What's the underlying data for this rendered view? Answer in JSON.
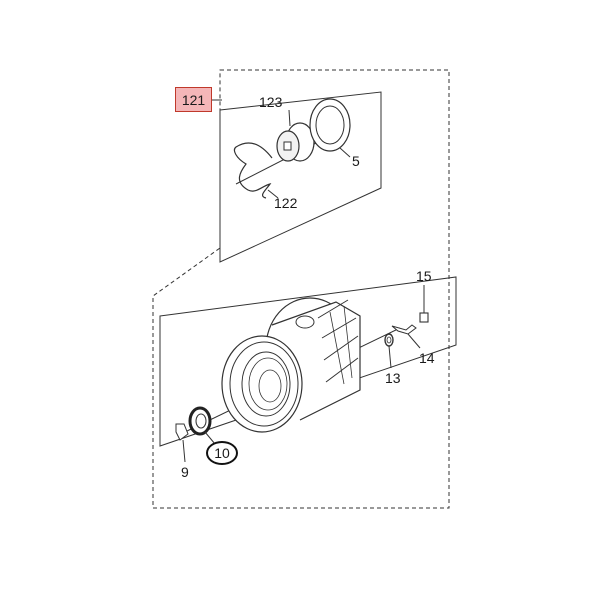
{
  "diagram": {
    "callouts": {
      "assembly": "121",
      "part_123": "123",
      "part_5": "5",
      "part_122": "122",
      "part_15": "15",
      "part_14": "14",
      "part_13": "13",
      "part_9": "9",
      "part_10": "10"
    },
    "colors": {
      "line": "#333333",
      "highlight_fill": "#f4b6b8",
      "highlight_border": "#c0392b"
    }
  }
}
